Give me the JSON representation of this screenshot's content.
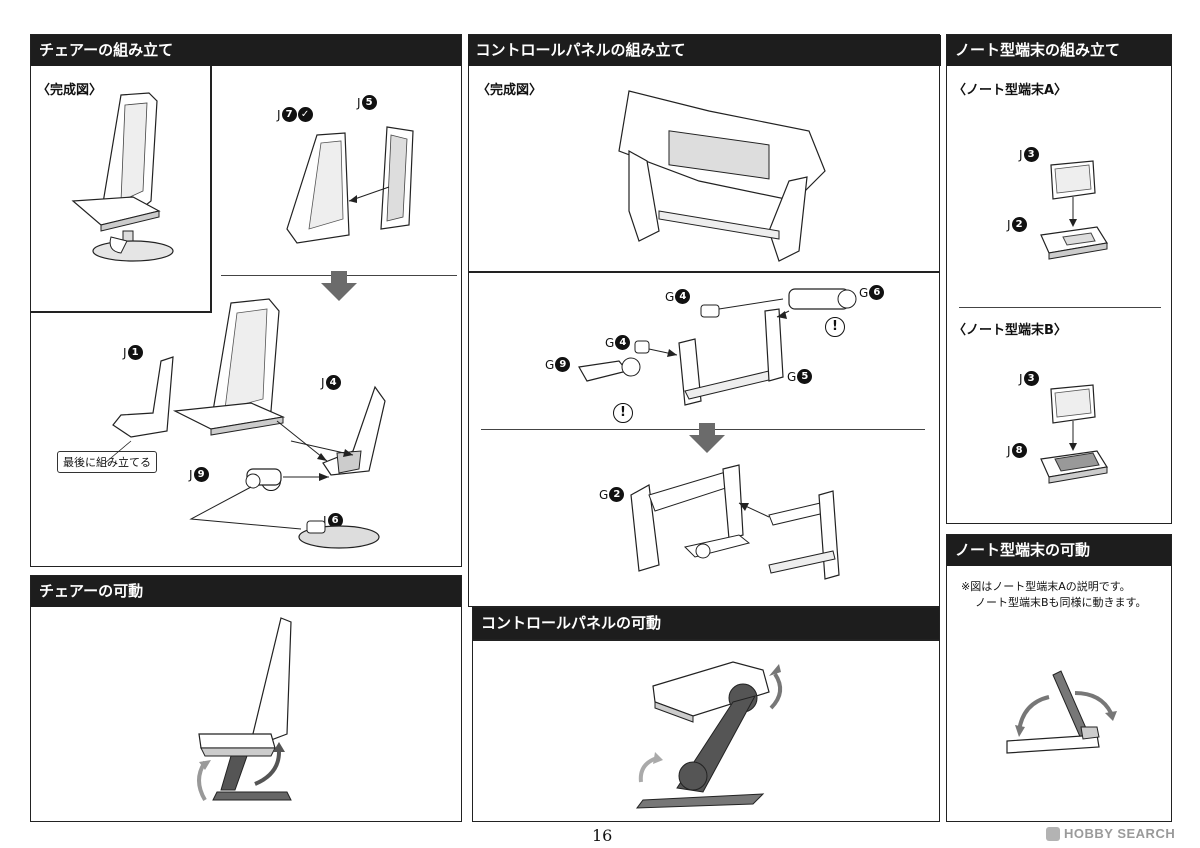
{
  "chair_assembly": {
    "title": "チェアーの組み立て",
    "complete_label": "〈完成図〉",
    "callout": "最後に組み立てる",
    "labels": {
      "j7_prefix": "J",
      "j7": "7",
      "j5_prefix": "J",
      "j5": "5",
      "j1_prefix": "J",
      "j1": "1",
      "j4_prefix": "J",
      "j4": "4",
      "j9_prefix": "J",
      "j9": "9",
      "j6_prefix": "J",
      "j6": "6"
    },
    "warn": "!"
  },
  "chair_movement": {
    "title": "チェアーの可動"
  },
  "panel_assembly": {
    "title": "コントロールパネルの組み立て",
    "complete_label": "〈完成図〉",
    "labels": {
      "g4a_prefix": "G",
      "g4a": "4",
      "g6_prefix": "G",
      "g6": "6",
      "g4b_prefix": "G",
      "g4b": "4",
      "g9_prefix": "G",
      "g9": "9",
      "g5_prefix": "G",
      "g5": "5",
      "g2_prefix": "G",
      "g2": "2"
    },
    "warn": "!"
  },
  "panel_movement": {
    "title": "コントロールパネルの可動"
  },
  "laptop_assembly": {
    "title": "ノート型端末の組み立て",
    "sub_a": "〈ノート型端末A〉",
    "sub_b": "〈ノート型端末B〉",
    "labels": {
      "a_j3_prefix": "J",
      "a_j3": "3",
      "a_j2_prefix": "J",
      "a_j2": "2",
      "b_j3_prefix": "J",
      "b_j3": "3",
      "b_j8_prefix": "J",
      "b_j8": "8"
    }
  },
  "laptop_movement": {
    "title": "ノート型端末の可動",
    "note_line1": "※図はノート型端末Aの説明です。",
    "note_line2": "ノート型端末Bも同様に動きます。"
  },
  "page_number": "16",
  "watermark": "HOBBY SEARCH",
  "colors": {
    "header_bg": "#1d1d1d",
    "arrow_gray": "#6b6b6b"
  }
}
